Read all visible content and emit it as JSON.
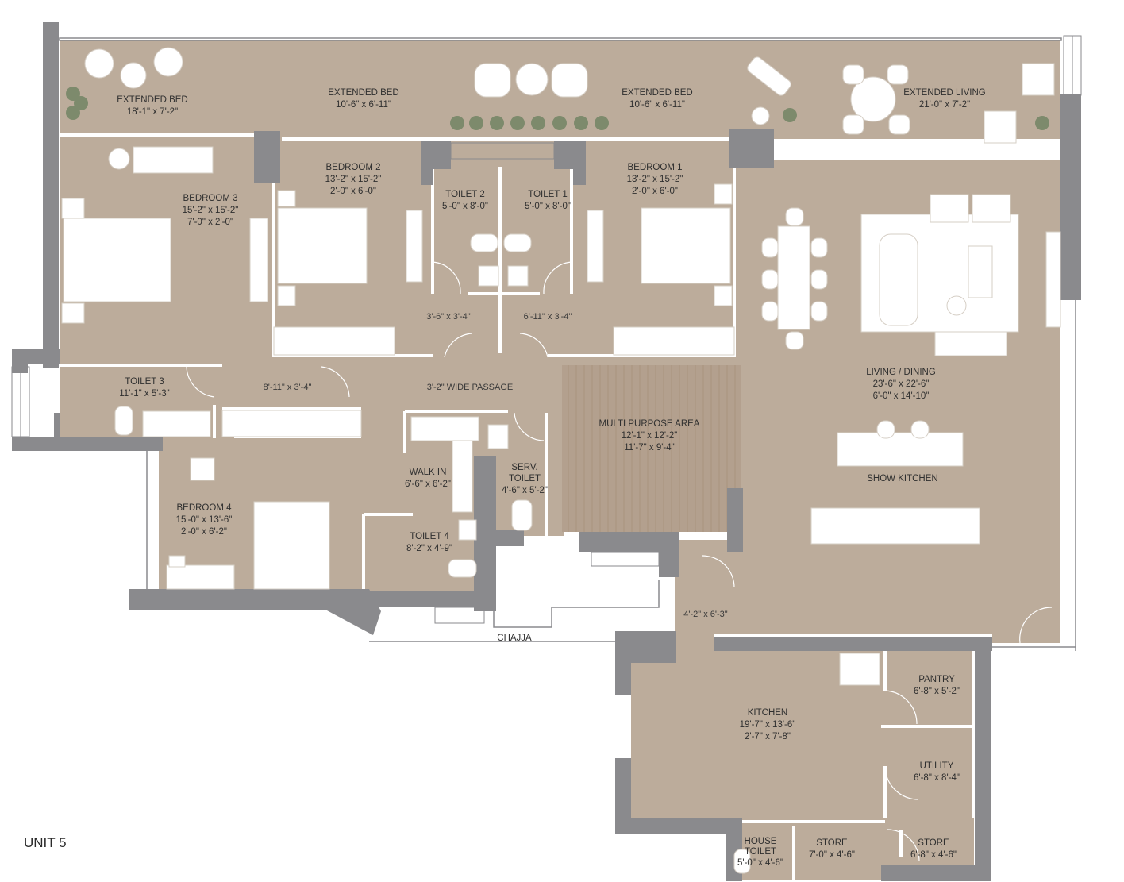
{
  "unit": "UNIT 5",
  "colors": {
    "floor": "#bcac9b",
    "wall": "#8a8a8d",
    "line": "#ffffff",
    "furniture": "#ffffff",
    "plant": "#7d8a6c"
  },
  "rooms": [
    {
      "id": "ext-bed-3",
      "name": "EXTENDED BED",
      "dims": [
        "18'-1\" x 7'-2\""
      ]
    },
    {
      "id": "ext-bed-2",
      "name": "EXTENDED BED",
      "dims": [
        "10'-6\" x 6'-11\""
      ]
    },
    {
      "id": "ext-bed-1",
      "name": "EXTENDED BED",
      "dims": [
        "10'-6\" x 6'-11\""
      ]
    },
    {
      "id": "ext-living",
      "name": "EXTENDED LIVING",
      "dims": [
        "21'-0\" x 7'-2\""
      ]
    },
    {
      "id": "bedroom-3",
      "name": "BEDROOM 3",
      "dims": [
        "15'-2\" x 15'-2\"",
        "7'-0\" x 2'-0\""
      ]
    },
    {
      "id": "bedroom-2",
      "name": "BEDROOM 2",
      "dims": [
        "13'-2\" x 15'-2\"",
        "2'-0\" x 6'-0\""
      ]
    },
    {
      "id": "toilet-2",
      "name": "TOILET 2",
      "dims": [
        "5'-0\" x 8'-0\""
      ]
    },
    {
      "id": "toilet-1",
      "name": "TOILET 1",
      "dims": [
        "5'-0\" x 8'-0\""
      ]
    },
    {
      "id": "bedroom-1",
      "name": "BEDROOM 1",
      "dims": [
        "13'-2\" x 15'-2\"",
        "2'-0\" x 6'-0\""
      ]
    },
    {
      "id": "living-dining",
      "name": "LIVING / DINING",
      "dims": [
        "23'-6\" x 22'-6\"",
        "6'-0\" x 14'-10\""
      ]
    },
    {
      "id": "toilet-3",
      "name": "TOILET 3",
      "dims": [
        "11'-1\" x 5'-3\""
      ]
    },
    {
      "id": "passage-a",
      "name": "",
      "dims": [
        "8'-11\" x 3'-4\""
      ]
    },
    {
      "id": "wide-passage",
      "name": "3'-2\" WIDE PASSAGE",
      "dims": []
    },
    {
      "id": "passage-b",
      "name": "",
      "dims": [
        "3'-6\" x 3'-4\""
      ]
    },
    {
      "id": "passage-c",
      "name": "",
      "dims": [
        "6'-11\" x 3'-4\""
      ]
    },
    {
      "id": "multi-purpose",
      "name": "MULTI PURPOSE AREA",
      "dims": [
        "12'-1\" x 12'-2\"",
        "11'-7\" x 9'-4\""
      ]
    },
    {
      "id": "show-kitchen",
      "name": "SHOW KITCHEN",
      "dims": []
    },
    {
      "id": "walk-in",
      "name": "WALK IN",
      "dims": [
        "6'-6\" x 6'-2\""
      ]
    },
    {
      "id": "serv-toilet",
      "name": "SERV.",
      "dims": [
        "TOILET",
        "4'-6\" x 5'-2\""
      ]
    },
    {
      "id": "bedroom-4",
      "name": "BEDROOM 4",
      "dims": [
        "15'-0\" x 13'-6\"",
        "2'-0\" x 6'-2\""
      ]
    },
    {
      "id": "toilet-4",
      "name": "TOILET 4",
      "dims": [
        "8'-2\" x 4'-9\""
      ]
    },
    {
      "id": "foyer",
      "name": "",
      "dims": [
        "4'-2\" x 6'-3\""
      ]
    },
    {
      "id": "chajja",
      "name": "CHAJJA",
      "dims": []
    },
    {
      "id": "kitchen",
      "name": "KITCHEN",
      "dims": [
        "19'-7\" x 13'-6\"",
        "2'-7\" x 7'-8\""
      ]
    },
    {
      "id": "pantry",
      "name": "PANTRY",
      "dims": [
        "6'-8\" x 5'-2\""
      ]
    },
    {
      "id": "utility",
      "name": "UTILITY",
      "dims": [
        "6'-8\" x 8'-4\""
      ]
    },
    {
      "id": "house-toilet",
      "name": "HOUSE",
      "dims": [
        "TOILET",
        "5'-0\" x 4'-6\""
      ]
    },
    {
      "id": "store-1",
      "name": "STORE",
      "dims": [
        "7'-0\" x 4'-6\""
      ]
    },
    {
      "id": "store-2",
      "name": "STORE",
      "dims": [
        "6'-8\" x 4'-6\""
      ]
    }
  ]
}
